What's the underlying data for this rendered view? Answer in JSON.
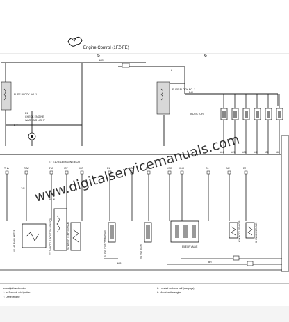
{
  "header": {
    "title": "Engine Control (1FZ-FE)",
    "section_a": "5",
    "section_b": "6"
  },
  "fuse_block_1": "FUSE BLOCK NO. 1",
  "fuse_block_left": "FUSE BLOCK NO. 1",
  "check_engine": [
    "E1",
    "CHECK ENGINE",
    "WARNING LIGHT"
  ],
  "injector_label": "INJECTOR",
  "injector_pins": [
    "#10",
    "#20",
    "#30",
    "#40",
    "#50",
    "#60"
  ],
  "engine_ecu": "E7 E10 E13 ENGINE ECU",
  "ecu_pins": [
    "THA",
    "THW",
    "STA",
    "IGT",
    "IGF",
    "E1",
    "VTA",
    "PIM",
    "VCC",
    "KNK",
    "G1",
    "NE",
    "E2"
  ],
  "components": [
    {
      "name": "A4 AIR FLOW METER"
    },
    {
      "name": "T2 THROTTLE POSITION SENSOR"
    },
    {
      "name": "W1 WATER TEMP SENSOR"
    },
    {
      "name": "V1 VSV (Fuel Pressure Up)"
    },
    {
      "name": "V4 VSV (EGR)"
    },
    {
      "name": "E5 EGR VALVE"
    },
    {
      "name": "K1 KNOCK SENSOR"
    },
    {
      "name": "K2 KNOCK SENSOR"
    }
  ],
  "notes": {
    "left": [
      "from right-hand control",
      "* : w/ Sunroof, w/o Ignition",
      "* : Diesel engine"
    ],
    "right": [
      "* : Located on lower half (see page)",
      "* : Mount on the engine"
    ]
  },
  "watermark": "www.digitalservicemanuals.com",
  "wire_labels": [
    "W-R",
    "B-Y",
    "B-R",
    "L",
    "Y-R",
    "BR-W",
    "W-B",
    "BR"
  ],
  "colors": {
    "line": "#1a1a1a",
    "watermark": "#1f3fd6"
  }
}
